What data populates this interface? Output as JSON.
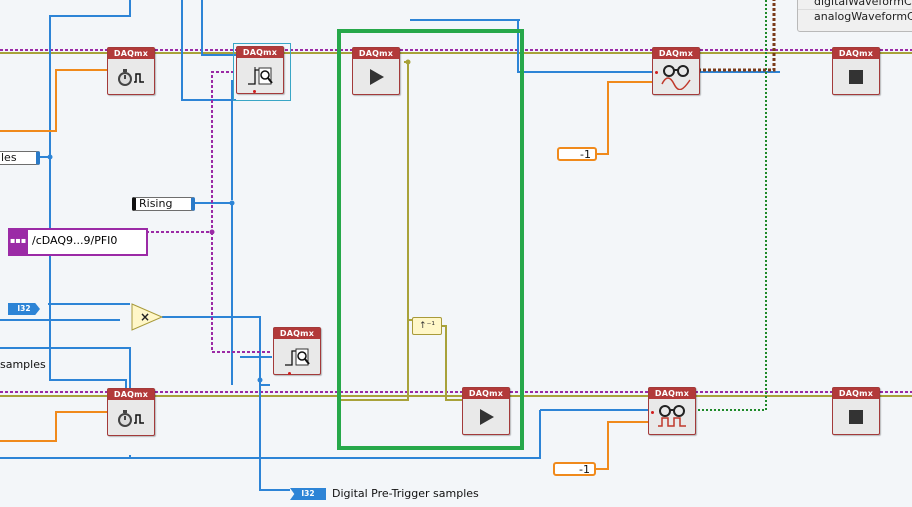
{
  "vi_header_label": "DAQmx",
  "constants": {
    "rising": "Rising",
    "channel": "/cDAQ9...9/PFI0",
    "samples_partial": "les",
    "neg_one_top": "-1",
    "neg_one_bottom": "-1",
    "i32_badge": "I32",
    "i32_badge_2": "I32"
  },
  "labels": {
    "samples_left": "samples",
    "digital_pretrigger": "Digital Pre-Trigger samples"
  },
  "cluster_items": [
    "digitalWaveformC",
    "analogWaveformC"
  ],
  "colors": {
    "vi_header": "#b23a3a",
    "wire_blue": "#2d84d6",
    "wire_orange": "#f08a1c",
    "wire_pink": "#9b2aa6",
    "wire_olive": "#a8a23a",
    "wire_green": "#1f8a2a",
    "selection_green": "#26a84a",
    "wire_brown": "#7a3b1a"
  },
  "icons": [
    "timing-clock-icon",
    "trigger-start-icon",
    "start-task-icon",
    "read-analog-icon",
    "read-digital-icon",
    "stop-task-icon",
    "multiply-icon",
    "logic-icon"
  ]
}
